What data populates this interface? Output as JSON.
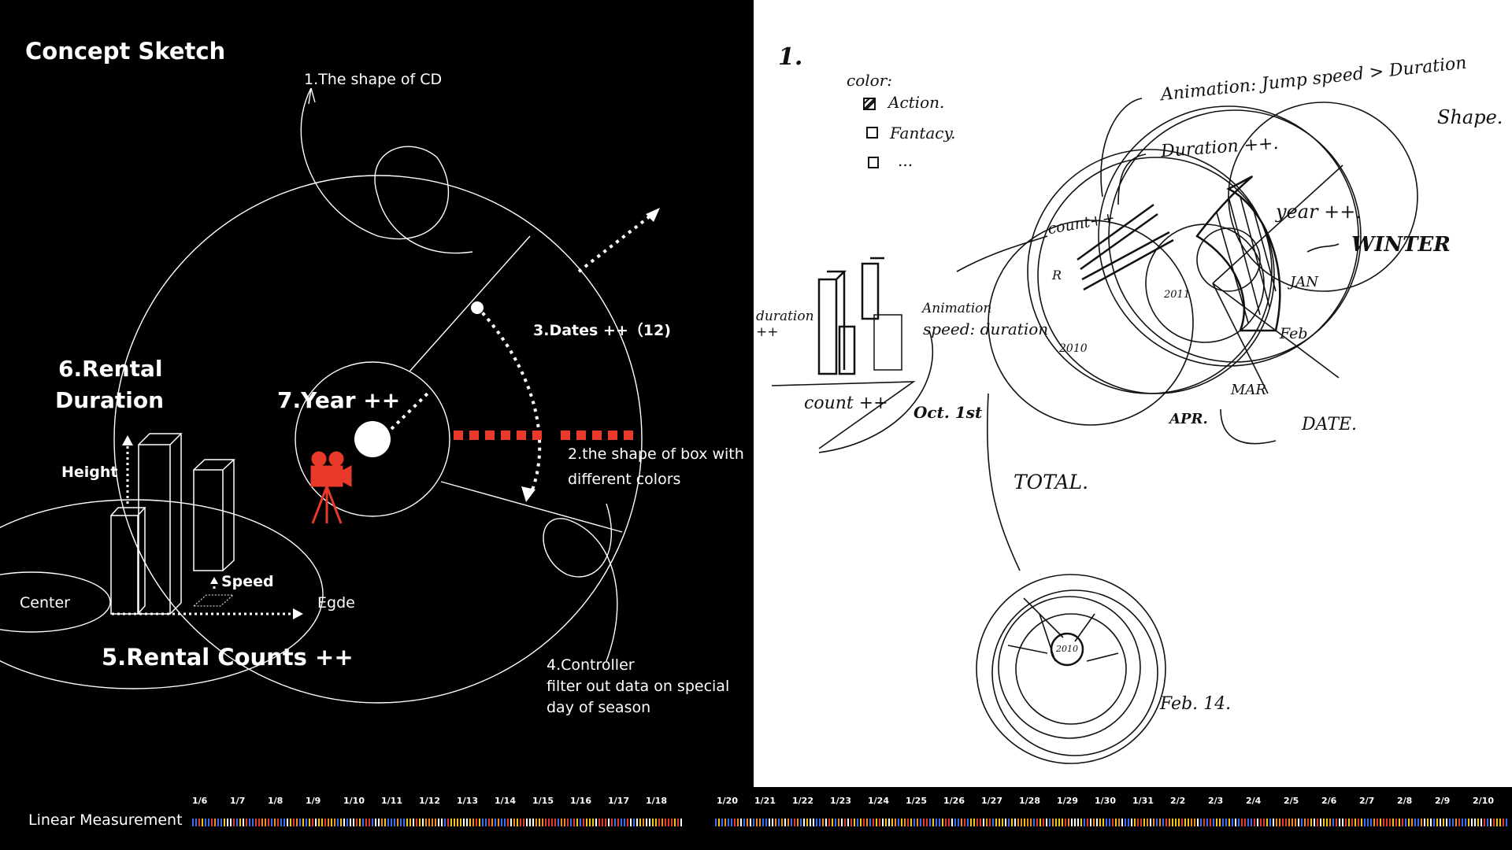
{
  "title": "Concept Sketch",
  "left_labels": {
    "cd_shape": "1.The shape of CD",
    "dates": "3.Dates ++（12)",
    "rental_duration_line1": "6.Rental",
    "rental_duration_line2": "Duration",
    "year": "7.Year ++",
    "box_shape_line1": "2.the shape of box with",
    "box_shape_line2": "different colors",
    "height": "Height",
    "speed": "Speed",
    "center": "Center",
    "edge": "Egde",
    "rental_counts": "5.Rental Counts ++",
    "controller_line1": "4.Controller",
    "controller_line2": "filter out data on special",
    "controller_line3": "day of season"
  },
  "sketch_labels": {
    "number": "1.",
    "color": "color:",
    "action": "Action.",
    "fantacy": "Fantacy.",
    "dots": "...",
    "animation_top": "Animation: Jump speed > Duration",
    "shape": "Shape.",
    "duration_plus": "Duration ++.",
    "count_top": "count++",
    "year_plus": "year ++.",
    "winter": "WINTER",
    "jan": "JAN",
    "feb": "Feb",
    "mar": "MAR",
    "apr": "APR.",
    "date": "DATE.",
    "duration_left": "duration ++",
    "animation_mid": "Animation",
    "speed_duration": "speed: duration",
    "count_bottom": "count ++",
    "oct": "Oct. 1st",
    "y2010": "2010",
    "y2011": "2011",
    "r": "R",
    "total": "TOTAL.",
    "feb14": "Feb. 14.",
    "center_year": "2010"
  },
  "timeline": {
    "label": "Linear Measurement",
    "ticks": [
      "1/6",
      "1/7",
      "1/8",
      "1/9",
      "1/10",
      "1/11",
      "1/12",
      "1/13",
      "1/14",
      "1/15",
      "1/16",
      "1/17",
      "1/18",
      "1/20",
      "1/21",
      "1/22",
      "1/23",
      "1/24",
      "1/25",
      "1/26",
      "1/27",
      "1/28",
      "1/29",
      "1/30",
      "1/31",
      "2/2",
      "2/3",
      "2/4",
      "2/5",
      "2/6",
      "2/7",
      "2/8",
      "2/9",
      "2/10"
    ]
  },
  "colors": {
    "accent_red": "#e8392a",
    "timeline_palette": [
      "#e8392a",
      "#f5c518",
      "#3a6df0",
      "#ffffff",
      "#f08a24"
    ]
  }
}
